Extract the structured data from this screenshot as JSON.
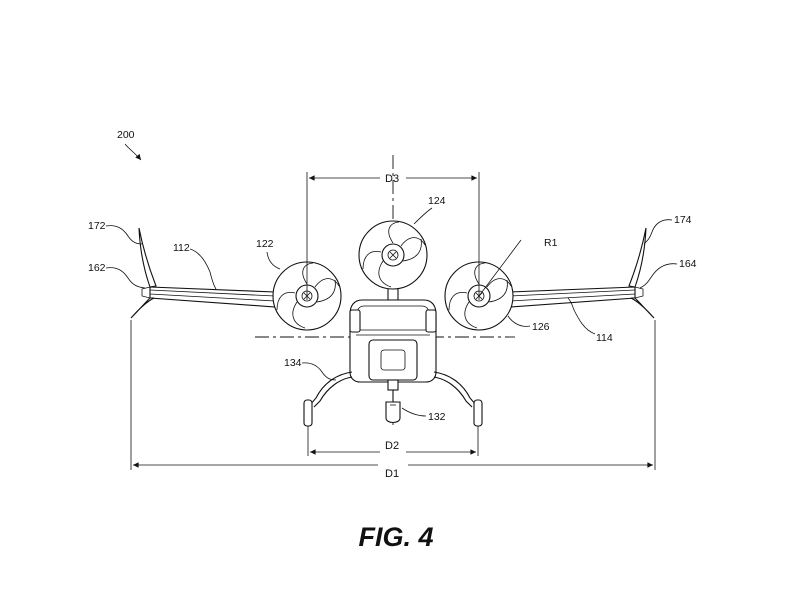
{
  "figure": {
    "caption": "FIG. 4",
    "reference_labels": {
      "assembly": "200",
      "left_wing": "112",
      "right_wing": "114",
      "left_rotor": "122",
      "center_rotor": "124",
      "right_rotor": "126",
      "tether": "132",
      "landing_gear": "134",
      "left_wingtip_lower": "162",
      "right_wingtip_lower": "164",
      "left_wingtip_upper": "172",
      "right_wingtip_upper": "174",
      "radius": "R1"
    },
    "dimensions": {
      "wingspan": "D1",
      "gear_spacing": "D2",
      "rotor_spacing": "D3"
    }
  }
}
